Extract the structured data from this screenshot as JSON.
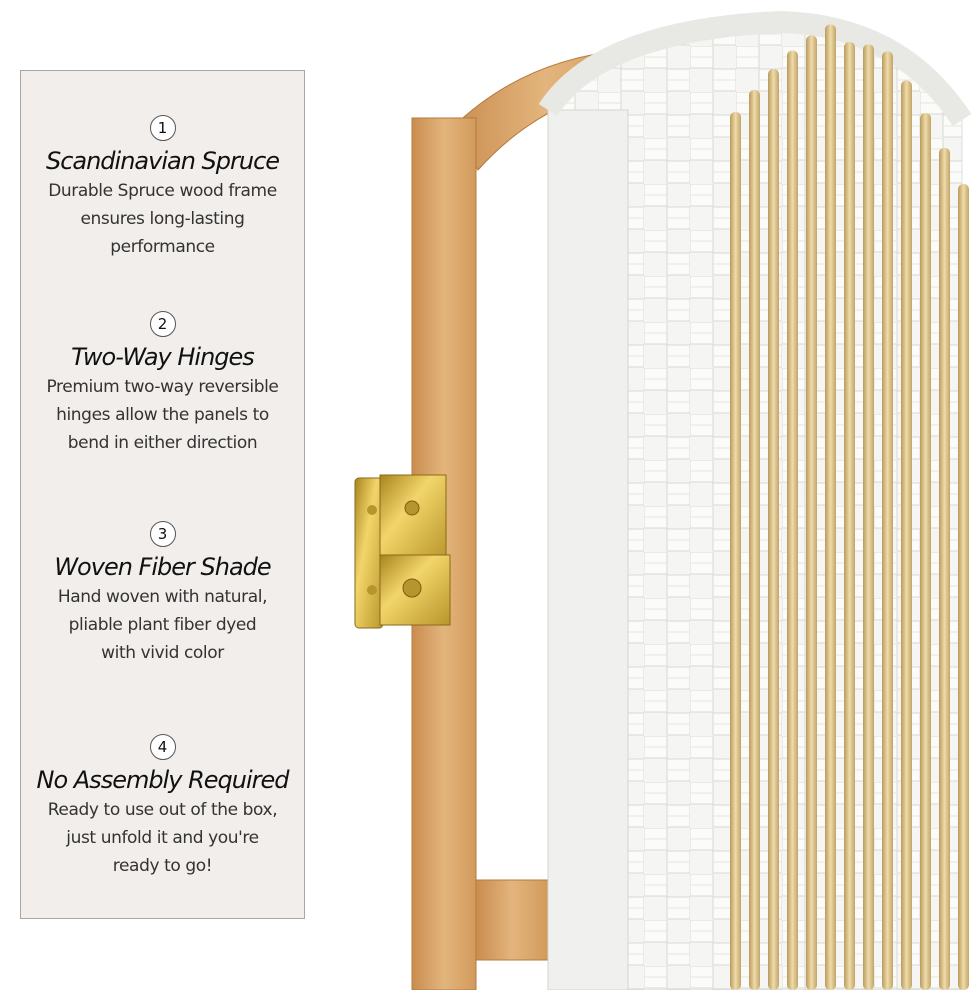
{
  "features": [
    {
      "number": "1",
      "title": "Scandinavian Spruce",
      "lines": [
        "Durable Spruce wood frame",
        "ensures long-lasting",
        "performance"
      ]
    },
    {
      "number": "2",
      "title": "Two-Way Hinges",
      "lines": [
        "Premium two-way reversible",
        "hinges allow the panels to",
        "bend in either direction"
      ]
    },
    {
      "number": "3",
      "title": "Woven Fiber Shade",
      "lines": [
        "Hand woven with natural,",
        "pliable plant fiber dyed",
        "with vivid color"
      ]
    },
    {
      "number": "4",
      "title": "No Assembly Required",
      "lines": [
        "Ready to use out of the box,",
        "just unfold it and you're",
        "ready to go!"
      ]
    }
  ],
  "colors": {
    "panel_bg": "#f1eeeb",
    "wood": "#d9a86c",
    "weave": "#f4f4f2",
    "rods": "#d8c08a",
    "hinge": "#d4b548"
  }
}
